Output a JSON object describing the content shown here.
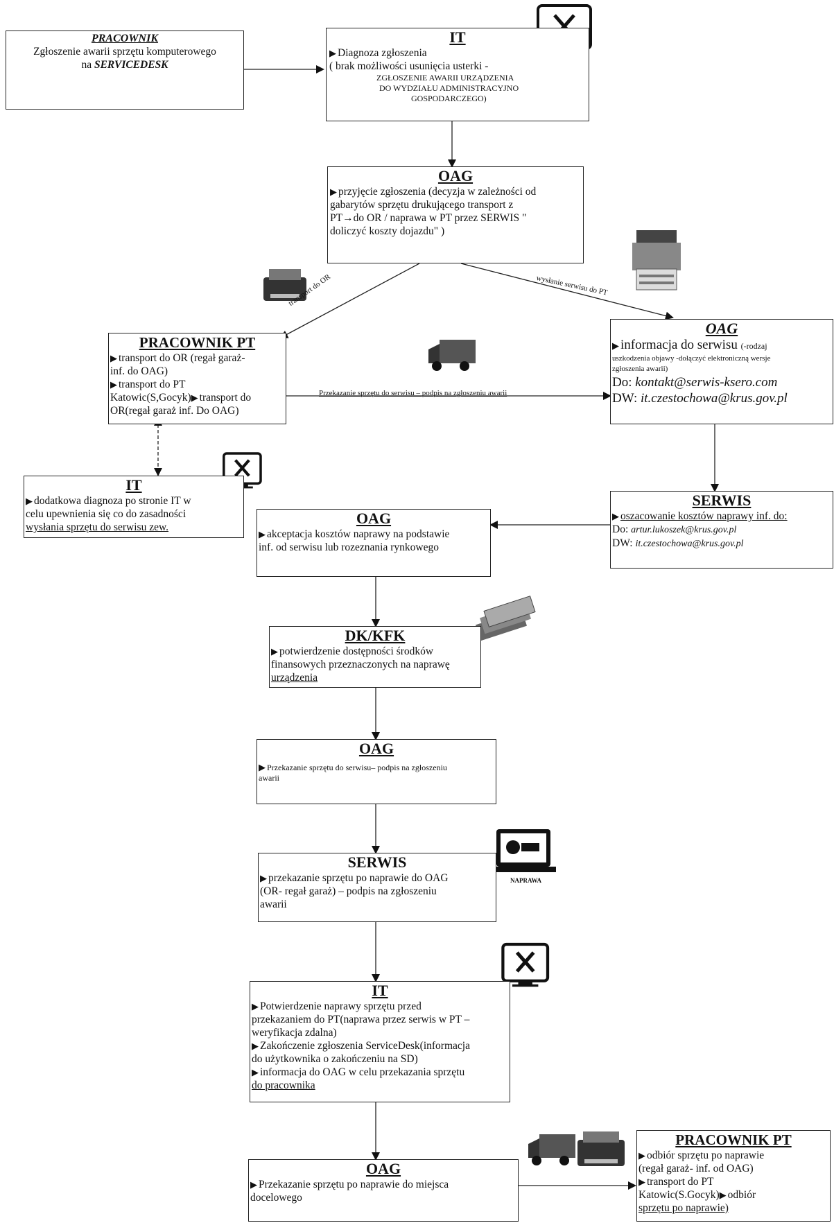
{
  "employee_start": {
    "title": "PRACOWNIK",
    "line1": "Zgłoszenie awarii sprzętu komputerowego",
    "line2a": "na ",
    "line2b": "SERVICEDESK"
  },
  "it_diagnosis": {
    "title": "IT",
    "line1": "Diagnoza zgłoszenia",
    "line2": "( brak możliwości usunięcia usterki -",
    "line3": "ZGŁOSZENIE AWARII URZĄDZENIA",
    "line4": "DO WYDZIAŁU ADMINISTRACYJNO",
    "line5": "GOSPODARCZEGO)"
  },
  "oag_accept": {
    "title": "OAG",
    "line1": "przyjęcie zgłoszenia (decyzja w zależności od",
    "line2": "gabarytów sprzętu drukującego transport z",
    "line3": "PT→do OR / naprawa w PT przez SERWIS \"",
    "line4": "doliczyć koszty dojazdu\" )"
  },
  "label_transport_or": "transport do OR",
  "label_service_visit": "wysłanie serwisu do PT",
  "employee_pt": {
    "title": "PRACOWNIK PT",
    "line1": "transport do OR (regał garaż-",
    "line2": "inf. do OAG)",
    "line3": "transport do PT",
    "line4a": "Katowic(S,Gocyk)",
    "line4b": "transport do",
    "line5": "OR(regał garaż inf. Do OAG)"
  },
  "label_handover": "Przekazanie sprzętu do serwisu – podpis na zgłoszeniu awarii",
  "oag_info": {
    "title": "OAG",
    "line1": "informacja do serwisu",
    "line1_small": "(-rodzaj",
    "line2": "uszkodzenia objawy -dołączyć elektroniczną wersje",
    "line3": "zgłoszenia awarii)",
    "to_label": "Do: ",
    "to_email": "kontakt@serwis-ksero.com",
    "cc_label": "DW: ",
    "cc_email": "it.czestochowa@krus.gov.pl"
  },
  "it_extra": {
    "title": "IT",
    "line1": "dodatkowa diagnoza po stronie IT w",
    "line2": "celu upewnienia się co do zasadności",
    "line3": "wysłania sprzętu do serwisu zew."
  },
  "service_estimate": {
    "title": "SERWIS",
    "line1": "oszacowanie kosztów naprawy inf. do:",
    "to_label": "Do: ",
    "to_email": "artur.lukoszek@krus.gov.pl",
    "cc_label": "DW: ",
    "cc_email": "it.czestochowa@krus.gov.pl"
  },
  "oag_costs": {
    "title": "OAG",
    "line1": "akceptacja kosztów naprawy na podstawie",
    "line2": "inf. od serwisu lub rozeznania rynkowego"
  },
  "dk_kfk": {
    "title": "DK/KFK",
    "line1": "potwierdzenie dostępności środków",
    "line2": "finansowych przeznaczonych na naprawę",
    "line3": "urządzenia"
  },
  "oag_handover": {
    "title": "OAG",
    "line1": "Przekazanie sprzętu do serwisu– podpis na zgłoszeniu",
    "line2": "awarii"
  },
  "service_return": {
    "title": "SERWIS",
    "line1": "przekazanie sprzętu po naprawie do OAG",
    "line2": "(OR- regał garaż) – podpis na zgłoszeniu",
    "line3": "awarii",
    "icon_label": "NAPRAWA"
  },
  "it_confirm": {
    "title": "IT",
    "line1": "Potwierdzenie naprawy sprzętu przed",
    "line2": "przekazaniem do PT(naprawa przez serwis w PT –",
    "line3": "weryfikacja zdalna)",
    "line4": "Zakończenie zgłoszenia ServiceDesk(informacja",
    "line5": "do użytkownika o zakończeniu na SD)",
    "line6": "informacja do OAG w celu przekazania sprzętu",
    "line7": "do pracownika"
  },
  "oag_deliver": {
    "title": "OAG",
    "line1": "Przekazanie sprzętu po naprawie do miejsca",
    "line2": "docelowego"
  },
  "employee_pickup": {
    "title": "PRACOWNIK PT",
    "line1": "odbiór sprzętu po naprawie",
    "line2": "(regał garaż- inf. od OAG)",
    "line3": "transport do PT",
    "line4a": "Katowic(S.Gocyk)",
    "line4b": "odbiór",
    "line5": "sprzętu po naprawie)"
  },
  "triangle_glyph": "▶",
  "colors": {
    "stroke": "#222222",
    "fill": "#111111",
    "paper": "#ffffff"
  }
}
